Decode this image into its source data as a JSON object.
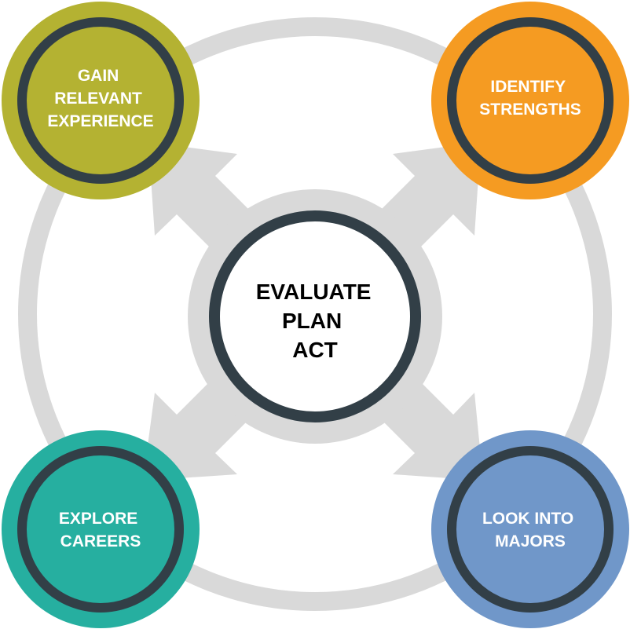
{
  "center": {
    "lines": [
      "EVALUATE",
      "PLAN",
      "ACT"
    ]
  },
  "nodes": {
    "top_left": {
      "lines": [
        "GAIN",
        "RELEVANT",
        "EXPERIENCE"
      ],
      "color": "#B4B232"
    },
    "top_right": {
      "lines": [
        "IDENTIFY",
        "STRENGTHS"
      ],
      "color": "#F59B22"
    },
    "bottom_left": {
      "lines": [
        "EXPLORE",
        "CAREERS"
      ],
      "color": "#26AFA0"
    },
    "bottom_right": {
      "lines": [
        "LOOK INTO",
        "MAJORS"
      ],
      "color": "#7097C9"
    }
  },
  "colors": {
    "ring": "#D9D9D9",
    "arrow": "#D9D9D9",
    "border": "#323F47",
    "center_fill": "#FFFFFF",
    "center_text": "#000000",
    "node_text": "#FFFFFF"
  }
}
